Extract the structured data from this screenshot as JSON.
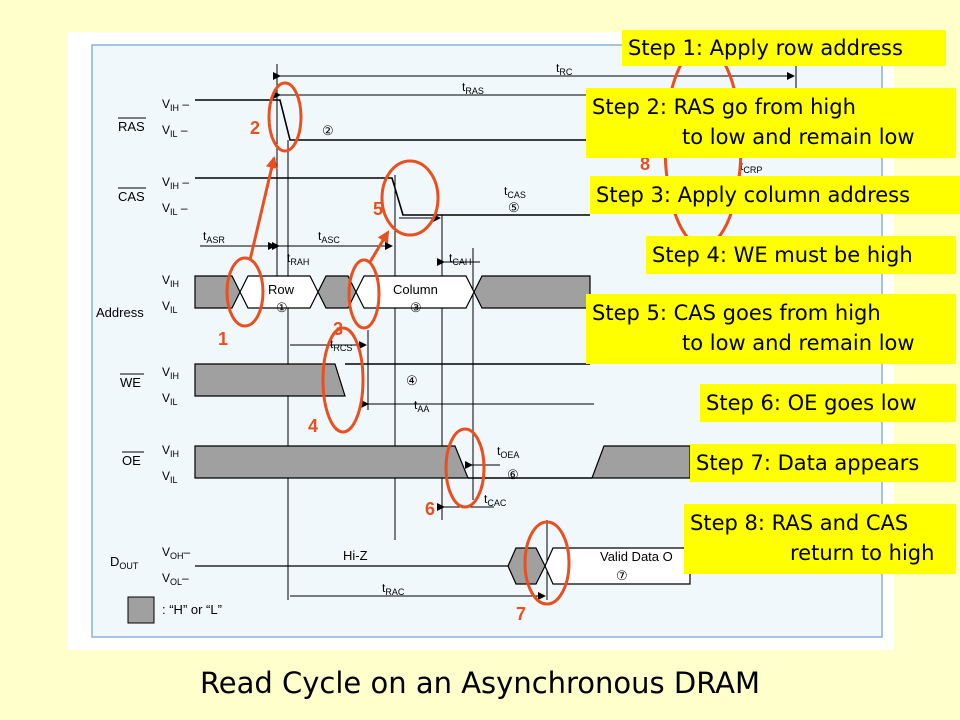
{
  "title": "Read Cycle on an Asynchronous DRAM",
  "signals": {
    "ras": "RAS",
    "cas": "CAS",
    "address": "Address",
    "we": "WE",
    "oe": "OE",
    "dout_main": "D",
    "dout_sub": "OUT"
  },
  "levels": {
    "vih_main": "V",
    "vih_sub": "IH",
    "vil_main": "V",
    "vil_sub": "IL",
    "voh_main": "V",
    "voh_sub": "OH",
    "vol_main": "V",
    "vol_sub": "OL"
  },
  "timing": {
    "trc_main": "t",
    "trc_sub": "RC",
    "tras_main": "t",
    "tras_sub": "RAS",
    "tcrp_main": "t",
    "tcrp_sub": "CRP",
    "tcas_main": "t",
    "tcas_sub": "CAS",
    "tasr_main": "t",
    "tasr_sub": "ASR",
    "trah_main": "t",
    "trah_sub": "RAH",
    "tasc_main": "t",
    "tasc_sub": "ASC",
    "tcah_main": "t",
    "tcah_sub": "CAH",
    "trcs_main": "t",
    "trcs_sub": "RCS",
    "taa_main": "t",
    "taa_sub": "AA",
    "toea_main": "t",
    "toea_sub": "OEA",
    "tcac_main": "t",
    "tcac_sub": "CAC",
    "trac_main": "t",
    "trac_sub": "RAC"
  },
  "blocks": {
    "row": "Row",
    "column": "Column",
    "hiz": "Hi-Z",
    "valid_data": "Valid Data O"
  },
  "circled": {
    "c1": "①",
    "c2": "②",
    "c3": "③",
    "c4": "④",
    "c5": "⑤",
    "c6": "⑥",
    "c7": "⑦"
  },
  "legend": ": “H” or “L”",
  "markers": {
    "m1": "1",
    "m2": "2",
    "m3": "3",
    "m4": "4",
    "m5": "5",
    "m6": "6",
    "m7": "7",
    "m8": "8"
  },
  "steps": [
    {
      "line1": "Step 1: Apply row address",
      "line2": ""
    },
    {
      "line1": "Step 2: RAS go from high",
      "line2": "to low and remain low"
    },
    {
      "line1": "Step 3: Apply column address",
      "line2": ""
    },
    {
      "line1": "Step 4: WE must be high",
      "line2": ""
    },
    {
      "line1": "Step 5: CAS goes from high",
      "line2": "to low and remain low"
    },
    {
      "line1": "Step 6: OE goes low",
      "line2": ""
    },
    {
      "line1": "Step 7: Data appears",
      "line2": ""
    },
    {
      "line1": "Step 8: RAS and CAS",
      "line2": "return to high"
    }
  ],
  "colors": {
    "slide_bg": "#ffffcc",
    "panel_bg": "#f0f8fc",
    "panel_border": "#8ab4d4",
    "callout_bg": "#ffff00",
    "marker": "#e85020",
    "hatch": "#a0a0a0"
  }
}
